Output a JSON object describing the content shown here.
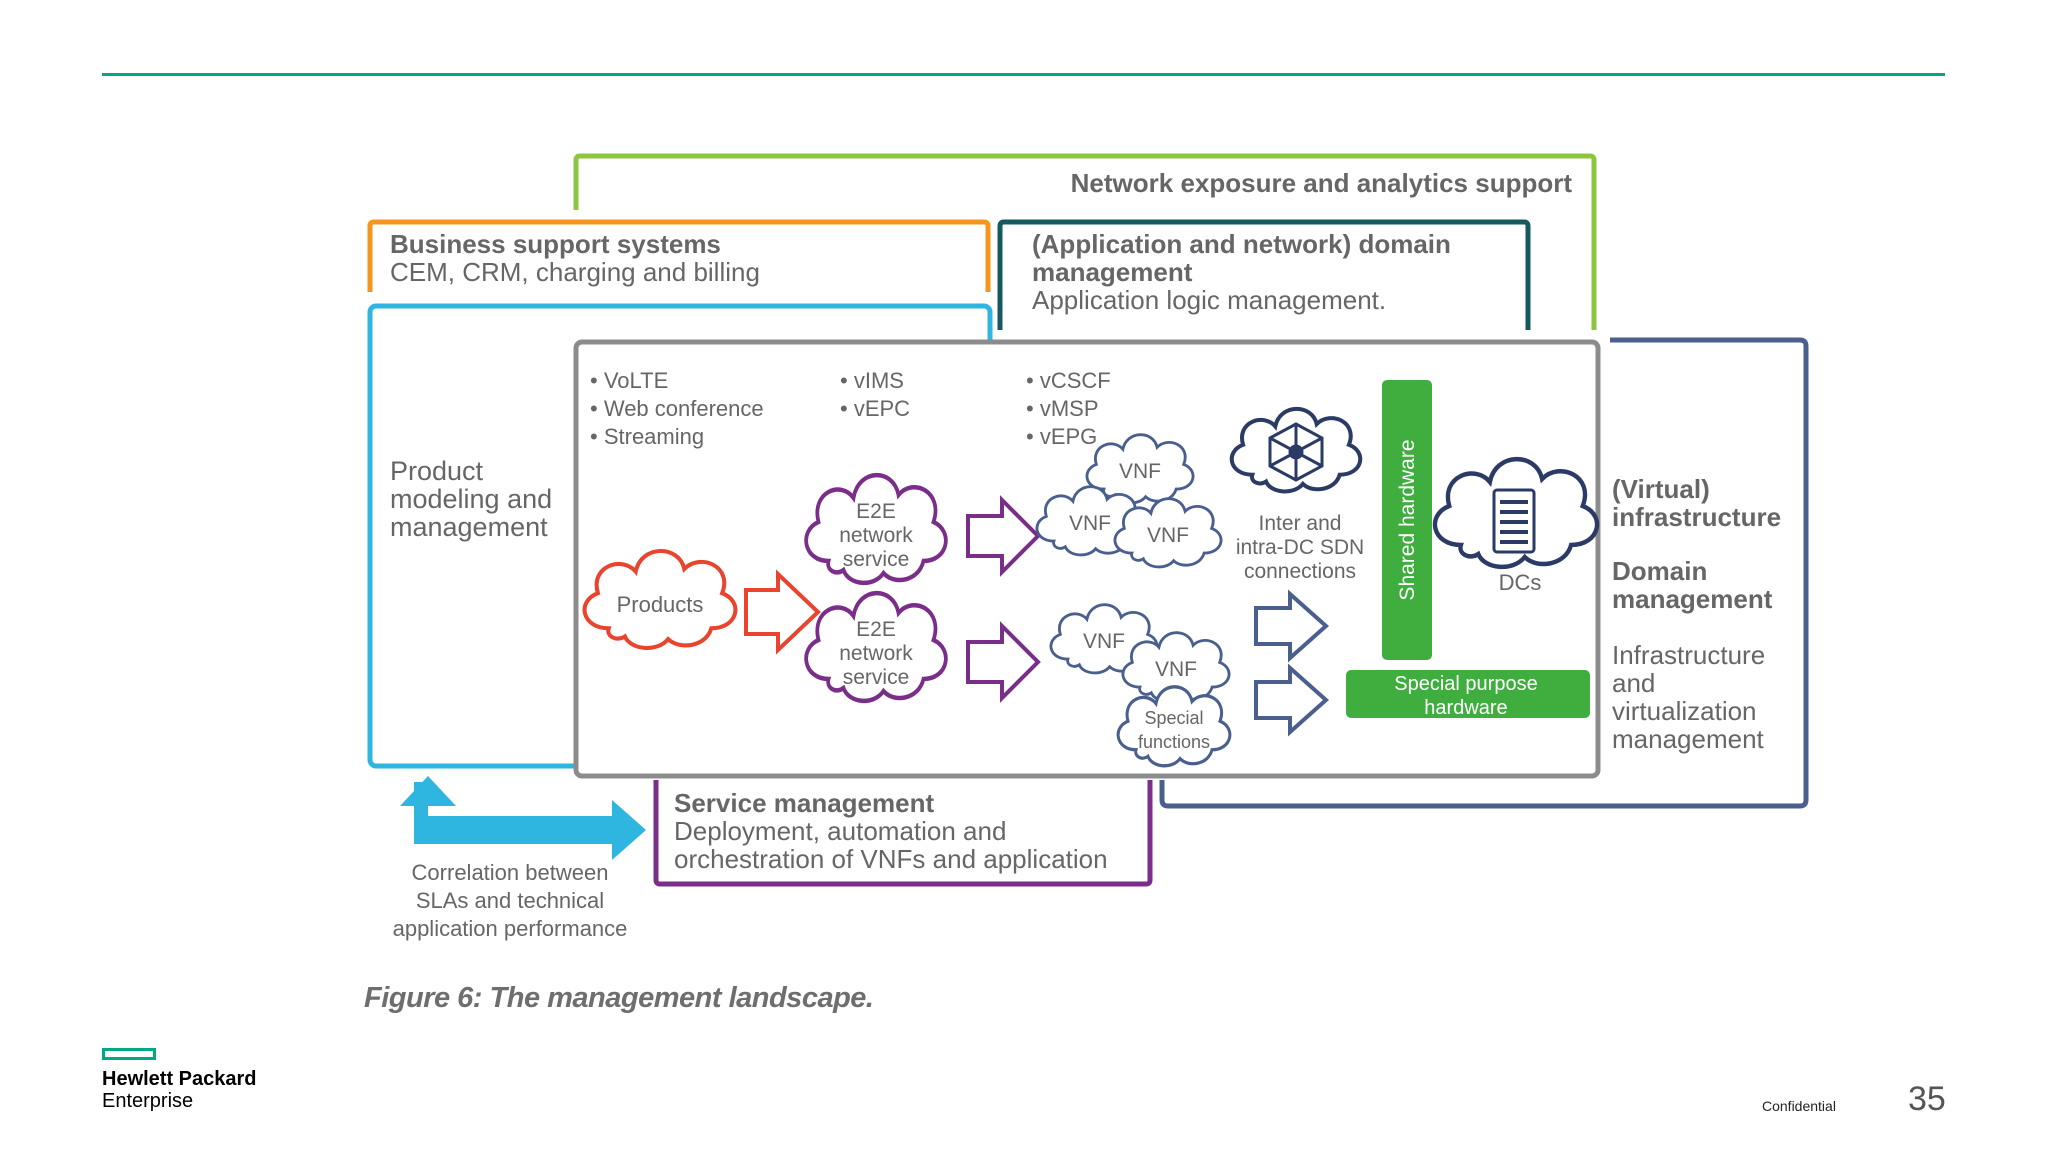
{
  "top_banner": {
    "title": "Network exposure and analytics support"
  },
  "bss": {
    "title": "Business support systems",
    "subtitle": "CEM, CRM, charging and billing"
  },
  "domain_mgmt": {
    "title_line1": "(Application and network) domain",
    "title_line2": "management",
    "subtitle": "Application logic management."
  },
  "product_mgmt": {
    "line1": "Product",
    "line2": "modeling and",
    "line3": "management"
  },
  "services_col1": [
    "VoLTE",
    "Web conference",
    "Streaming"
  ],
  "services_col2": [
    "vIMS",
    "vEPC"
  ],
  "services_col3": [
    "vCSCF",
    "vMSP",
    "vEPG"
  ],
  "clouds": {
    "products": "Products",
    "e2e_line1": "E2E",
    "e2e_line2": "network",
    "e2e_line3": "service",
    "vnf": "VNF",
    "special_line1": "Special",
    "special_line2": "functions",
    "dcs": "DCs"
  },
  "sdn": {
    "line1": "Inter and",
    "line2": "intra-DC SDN",
    "line3": "connections"
  },
  "hardware": {
    "shared": "Shared hardware",
    "special_line1": "Special purpose",
    "special_line2": "hardware"
  },
  "virtual_infra": {
    "title_line1": "(Virtual)",
    "title_line2": "infrastructure",
    "dm_line1": "Domain",
    "dm_line2": "management",
    "iv_line1": "Infrastructure",
    "iv_line2": "and",
    "iv_line3": "virtualization",
    "iv_line4": "management"
  },
  "service_mgmt": {
    "title": "Service management",
    "line1": "Deployment, automation and",
    "line2": "orchestration of VNFs and application"
  },
  "correlation": {
    "line1": "Correlation between",
    "line2": "SLAs and technical",
    "line3": "application performance"
  },
  "caption": "Figure 6: The management landscape.",
  "footer": {
    "logo_line1": "Hewlett Packard",
    "logo_line2": "Enterprise",
    "confidential": "Confidential",
    "page_number": "35"
  },
  "colors": {
    "green_accent": "#01a982",
    "analytics_border": "#8cc63f",
    "bss_border": "#f7941d",
    "domain_border": "#16595f",
    "product_border": "#2eb6e0",
    "infra_border": "#4a5f8e",
    "service_border": "#7a2e8a",
    "products_cloud": "#e8442e",
    "vnf_cloud": "#4a5f8e",
    "hardware_green": "#3fae3f"
  }
}
